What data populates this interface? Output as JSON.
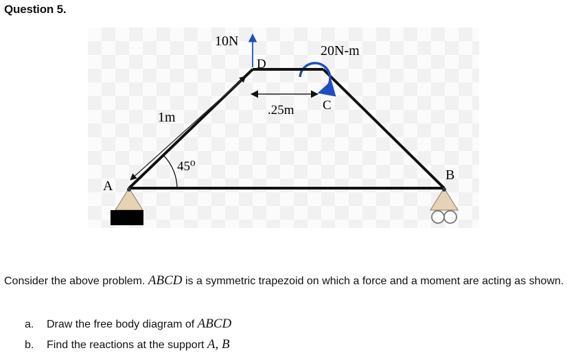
{
  "title": "Question 5.",
  "diagram": {
    "labels": {
      "A": "A",
      "B": "B",
      "C": "C",
      "D": "D",
      "force": "10N",
      "moment": "20N-m",
      "length_AD": "1m",
      "angle": "45⁰",
      "dim_DC": ".25m"
    },
    "colors": {
      "member": "#111111",
      "force_arrow": "#1f4fbf",
      "moment_arrow": "#1f4fbf",
      "support_fill": "#e6d2b5",
      "ground": "#000000"
    }
  },
  "problem": {
    "intro": "Consider the above problem.",
    "shape": "ABCD",
    "rest": "is a symmetric trapezoid on which a force and a moment are acting as shown."
  },
  "questions": [
    {
      "letter": "a.",
      "text": "Draw the free body diagram of",
      "math": "ABCD"
    },
    {
      "letter": "b.",
      "text": "Find the reactions at the support",
      "math": "A, B"
    }
  ]
}
